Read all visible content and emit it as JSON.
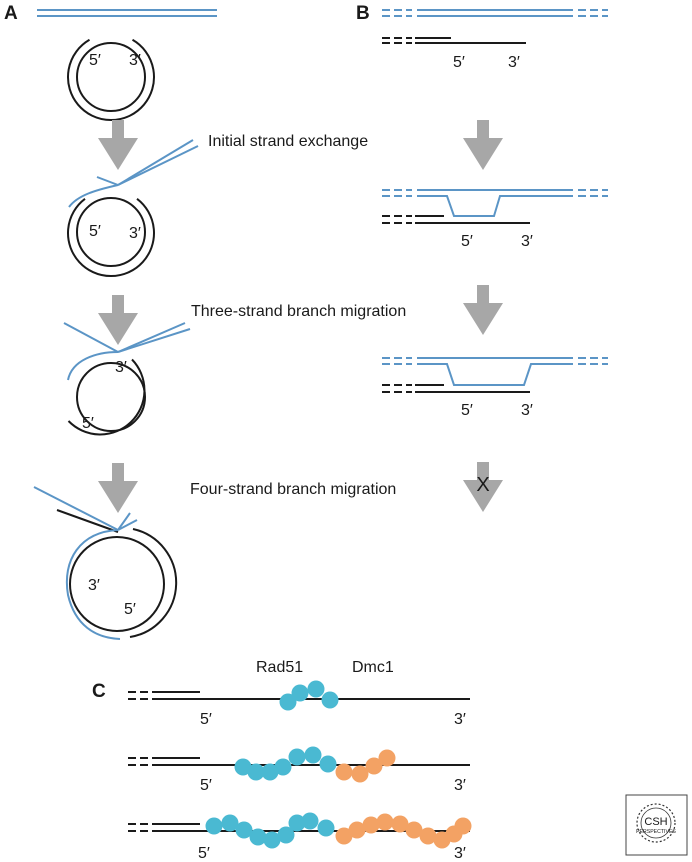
{
  "colors": {
    "blue_strand": "#5b95c6",
    "black_strand": "#1a1a1a",
    "arrow": "#a7a7a7",
    "rad51": "#4ab9d2",
    "dmc1": "#f3a264",
    "logo": "#c8601a"
  },
  "panels": {
    "a": "A",
    "b": "B",
    "c": "C"
  },
  "ends": {
    "five": "5′",
    "three": "3′"
  },
  "steps": {
    "initial": "Initial strand exchange",
    "three_strand": "Three-strand branch migration",
    "four_strand": "Four-strand branch migration"
  },
  "blocked_mark": "X",
  "proteins": {
    "rad51": "Rad51",
    "dmc1": "Dmc1"
  },
  "logo": {
    "line1": "CSH",
    "line2": "PERSPECTIVES"
  }
}
